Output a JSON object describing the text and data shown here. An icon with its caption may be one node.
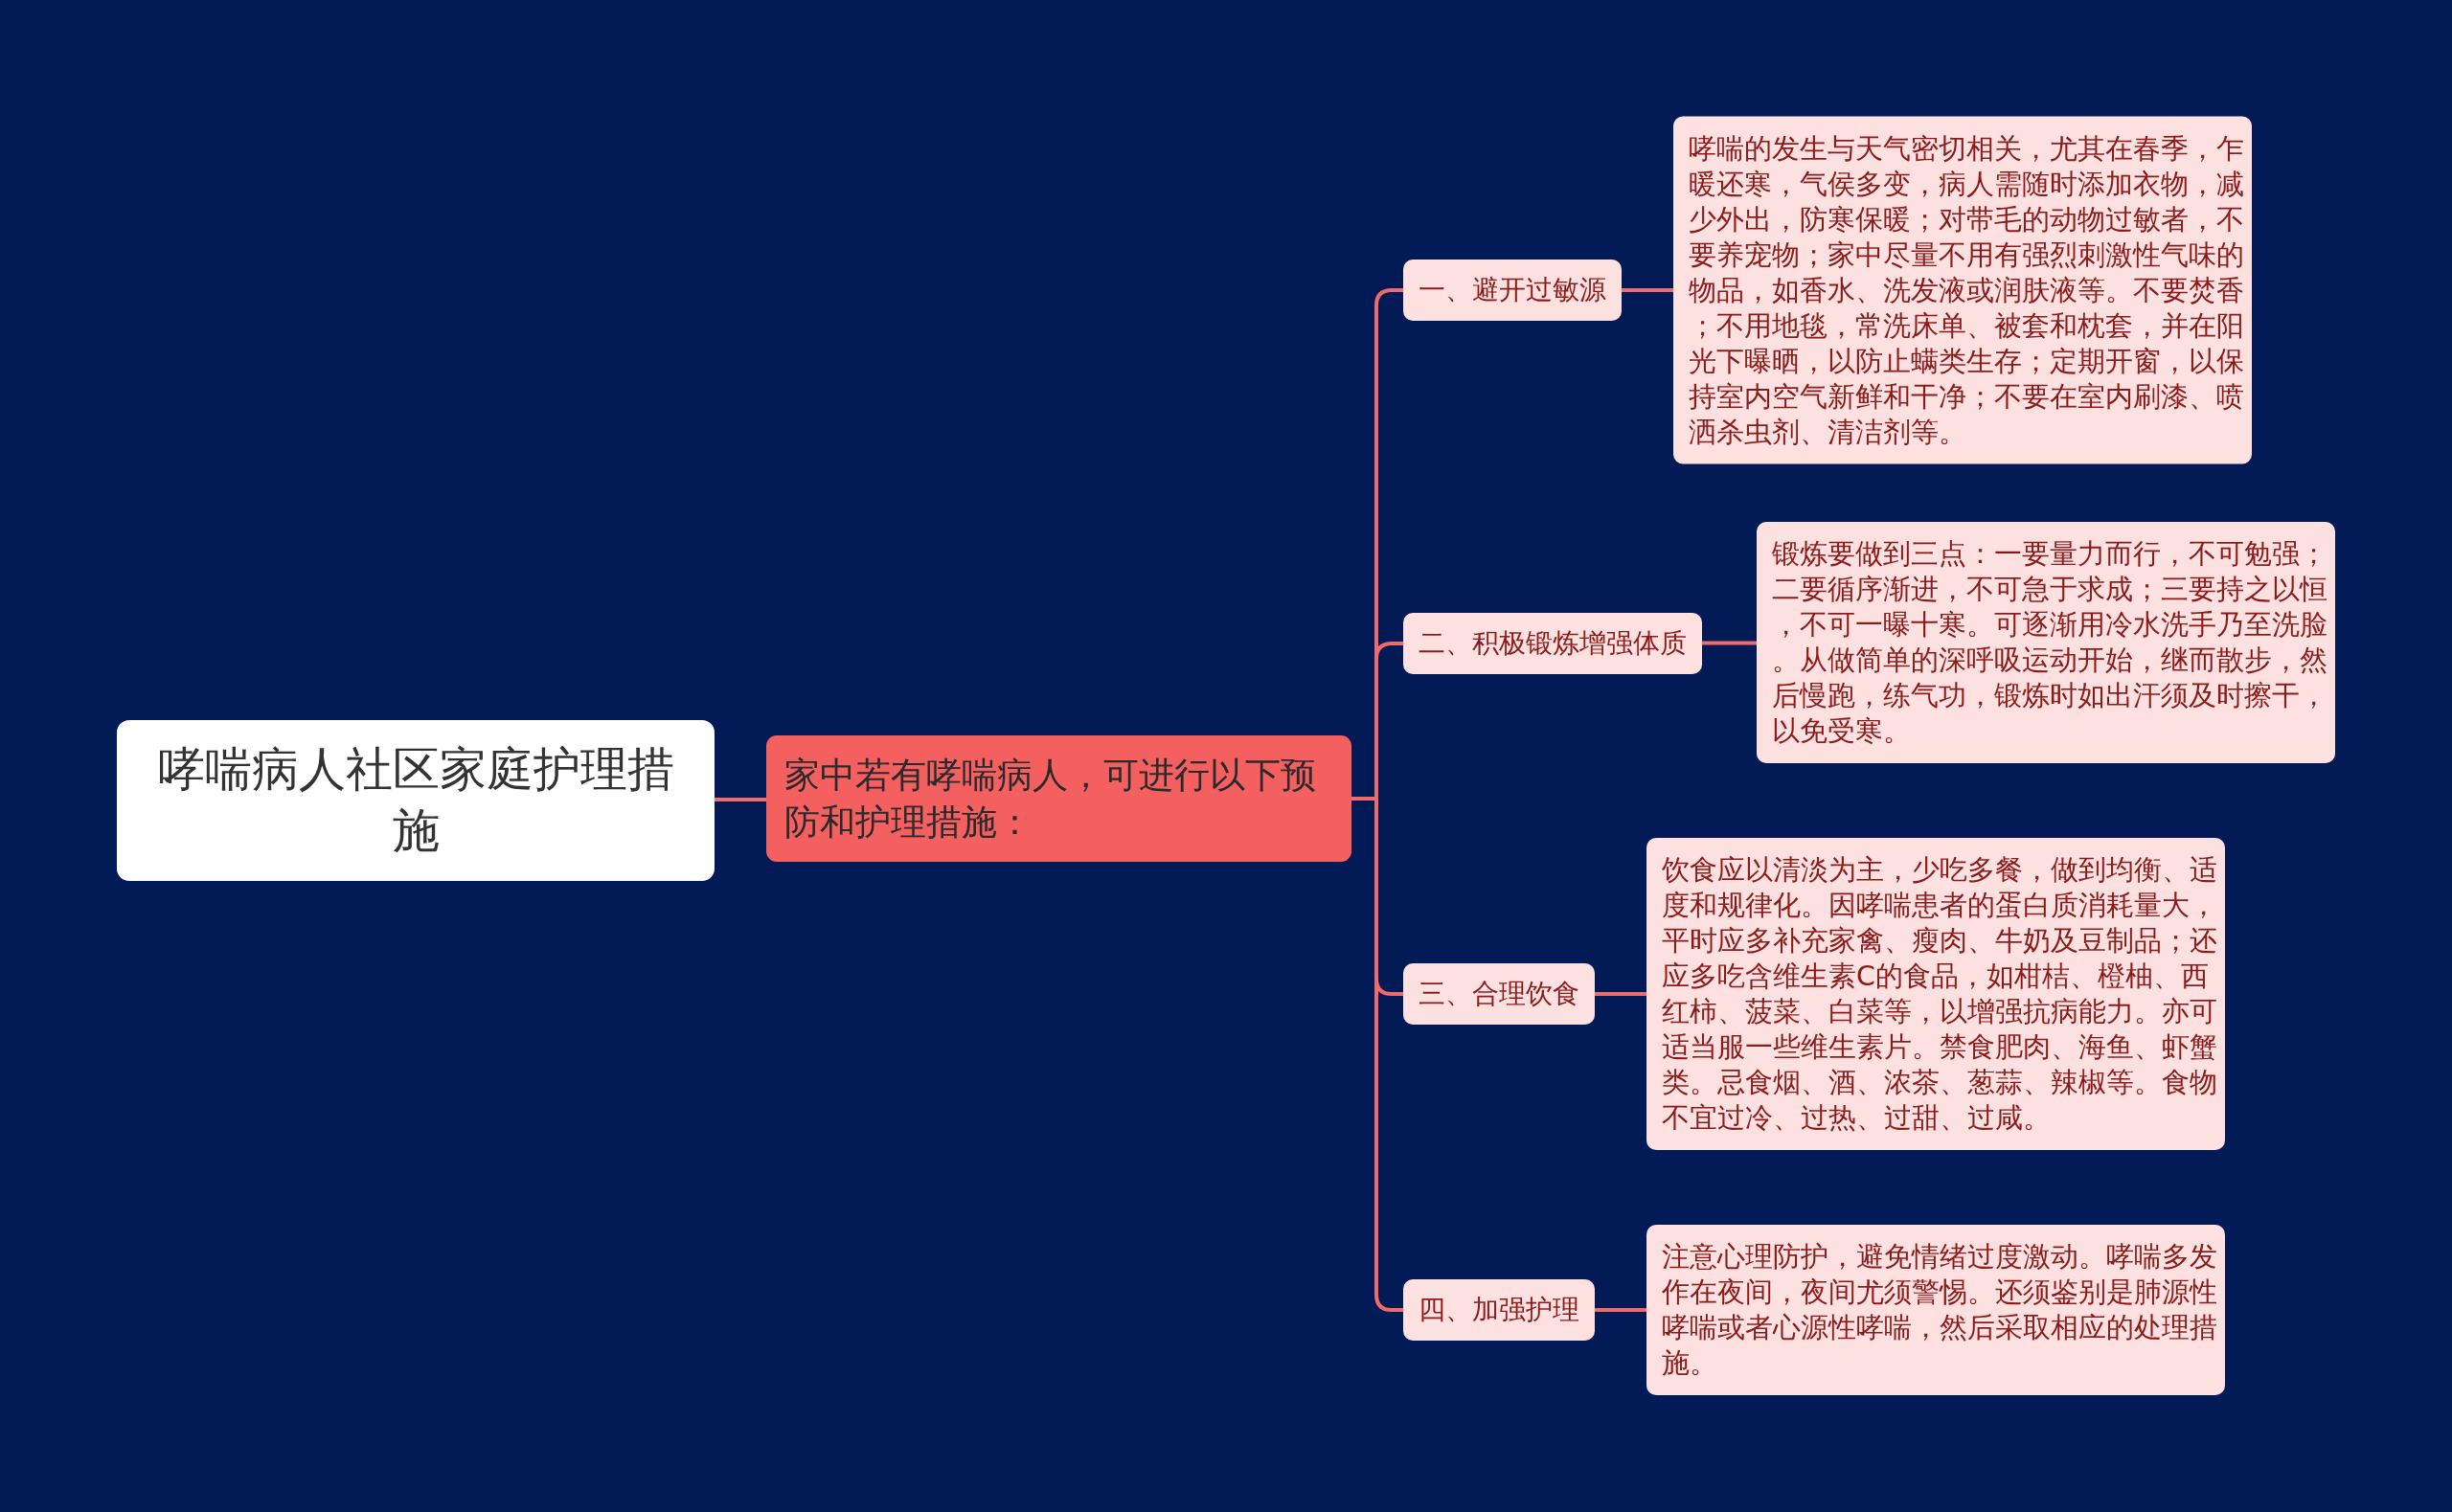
{
  "diagram": {
    "nodes": [
      {
        "text": [
          "哮喘病人社区家庭护理措施"
        ]
      },
      {
        "text": [
          "家中若有哮喘病人，可进行以下预防和护理措施："
        ]
      },
      {
        "text": [
          "一、避开过敏源"
        ]
      },
      {
        "text": [
          "哮喘的发生与天气密切相关，尤其在春季，乍暖还寒，气侯多变，病人需随时添加衣物，减少外出，防寒保暖；对带毛的动物过敏者，不要养宠物；家中尽量不用有强烈刺激性气味的物品，如香水、洗发液或润肤液等。不要焚香；不用地毯，常洗床单、被套和枕套，并在阳光下曝晒，以防止螨类生存；定期开窗，以保持室内空气新鲜和干净；不要在室内刷漆、喷洒杀虫剂、清洁剂等。"
        ]
      },
      {
        "text": [
          "二、积极锻炼增强体质"
        ]
      },
      {
        "text": [
          "锻炼要做到三点：一要量力而行，不可勉强；二要循序渐进，不可急于求成；三要持之以恒，不可一曝十寒。可逐渐用冷水洗手乃至洗脸。从做简单的深呼吸运动开始，继而散步，然后慢跑，练气功，锻炼时如出汗须及时擦干，以免受寒。"
        ]
      },
      {
        "text": [
          "三、合理饮食"
        ]
      },
      {
        "text": [
          "饮食应以清淡为主，少吃多餐，做到均衡、适度和规律化。因哮喘患者的蛋白质消耗量大，平时应多补充家禽、瘦肉、牛奶及豆制品；还应多吃含维生素C的食品，如柑桔、橙柚、西红柿、菠菜、白菜等，以增强抗病能力。亦可适当服一些维生素片。禁食肥肉、海鱼、虾蟹类。忌食烟、酒、浓茶、葱蒜、辣椒等。食物不宜过冷、过热、过甜、过咸。"
        ]
      },
      {
        "text": [
          "四、加强护理"
        ]
      },
      {
        "text": [
          "注意心理防护，避免情绪过度激动。哮喘多发作在夜间，夜间尤须警惕。还须鉴别是肺源性哮喘或者心源性哮喘，然后采取相应的处理措施。"
        ]
      }
    ],
    "edges": [
      {
        "from": 0,
        "to": 1,
        "arrow": "none"
      },
      {
        "from": 1,
        "to": 2,
        "arrow": "none"
      },
      {
        "from": 1,
        "to": 4,
        "arrow": "none"
      },
      {
        "from": 1,
        "to": 6,
        "arrow": "none"
      },
      {
        "from": 1,
        "to": 8,
        "arrow": "none"
      },
      {
        "from": 2,
        "to": 3,
        "arrow": "none"
      },
      {
        "from": 4,
        "to": 5,
        "arrow": "none"
      },
      {
        "from": 6,
        "to": 7,
        "arrow": "none"
      },
      {
        "from": 8,
        "to": 9,
        "arrow": "none"
      }
    ]
  }
}
